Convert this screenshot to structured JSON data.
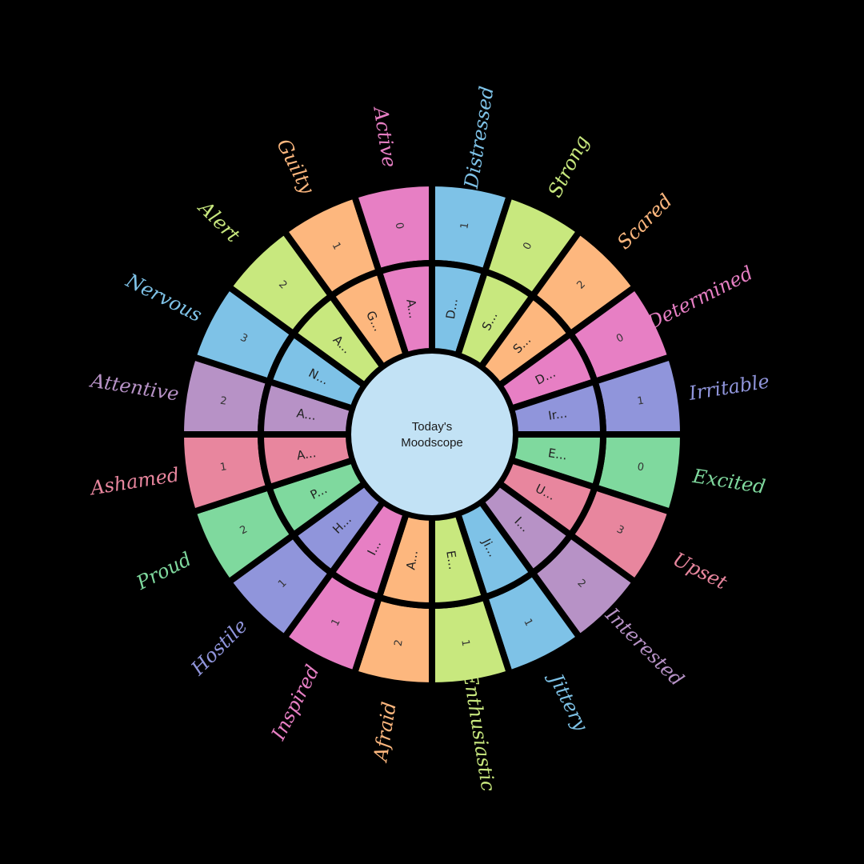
{
  "center": {
    "line1": "Today's",
    "line2": "Moodscope",
    "color": "#c2e2f5"
  },
  "palette": {
    "pink": "#e77fc4",
    "blue": "#7ec2e7",
    "lime": "#c8e87e",
    "orange": "#fdb77e",
    "lavender": "#9095db",
    "green": "#7fd99e",
    "rose": "#e8869e",
    "mauve": "#b792c6"
  },
  "chart_data": {
    "type": "radial",
    "emotions": [
      {
        "name": "Distressed",
        "abbr": "D...",
        "score": "1",
        "color": "#7ec2e7"
      },
      {
        "name": "Strong",
        "abbr": "S...",
        "score": "0",
        "color": "#c8e87e"
      },
      {
        "name": "Scared",
        "abbr": "S...",
        "score": "2",
        "color": "#fdb77e"
      },
      {
        "name": "Determined",
        "abbr": "D...",
        "score": "0",
        "color": "#e77fc4"
      },
      {
        "name": "Irritable",
        "abbr": "Ir...",
        "score": "1",
        "color": "#9095db"
      },
      {
        "name": "Excited",
        "abbr": "E...",
        "score": "0",
        "color": "#7fd99e"
      },
      {
        "name": "Upset",
        "abbr": "U...",
        "score": "3",
        "color": "#e8869e"
      },
      {
        "name": "Interested",
        "abbr": "I...",
        "score": "2",
        "color": "#b792c6"
      },
      {
        "name": "Jittery",
        "abbr": "Ji...",
        "score": "1",
        "color": "#7ec2e7"
      },
      {
        "name": "Enthusiastic",
        "abbr": "E...",
        "score": "1",
        "color": "#c8e87e"
      },
      {
        "name": "Afraid",
        "abbr": "A...",
        "score": "2",
        "color": "#fdb77e"
      },
      {
        "name": "Inspired",
        "abbr": "I...",
        "score": "1",
        "color": "#e77fc4"
      },
      {
        "name": "Hostile",
        "abbr": "H...",
        "score": "1",
        "color": "#9095db"
      },
      {
        "name": "Proud",
        "abbr": "P...",
        "score": "2",
        "color": "#7fd99e"
      },
      {
        "name": "Ashamed",
        "abbr": "A...",
        "score": "1",
        "color": "#e8869e"
      },
      {
        "name": "Attentive",
        "abbr": "A...",
        "score": "2",
        "color": "#b792c6"
      },
      {
        "name": "Nervous",
        "abbr": "N...",
        "score": "3",
        "color": "#7ec2e7"
      },
      {
        "name": "Alert",
        "abbr": "A...",
        "score": "2",
        "color": "#c8e87e"
      },
      {
        "name": "Guilty",
        "abbr": "G...",
        "score": "1",
        "color": "#fdb77e"
      },
      {
        "name": "Active",
        "abbr": "A...",
        "score": "0",
        "color": "#e77fc4"
      }
    ]
  }
}
